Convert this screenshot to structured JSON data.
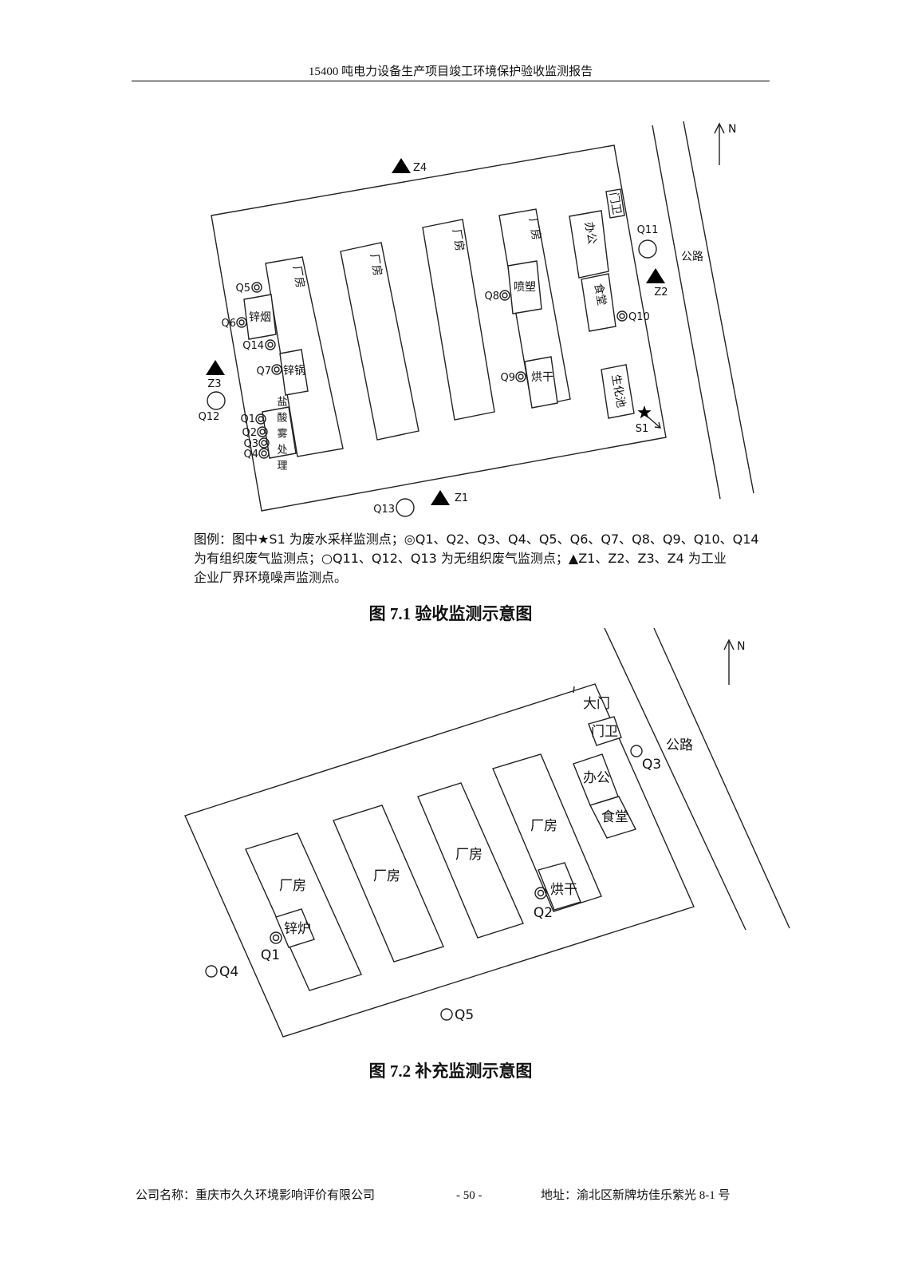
{
  "header": {
    "title": "15400 吨电力设备生产项目竣工环境保护验收监测报告"
  },
  "figure1": {
    "north": "N",
    "road": "公路",
    "labels": {
      "workshop": "厂房",
      "guard": "门卫",
      "office": "办公",
      "canteen": "食堂",
      "biochem_pool": "生化池",
      "spray_coating": "喷塑",
      "drying": "烘干",
      "zinc_fume": "锌烟",
      "zinc_pot": "锌锅",
      "acid_mist_treatment": "盐酸雾处理"
    },
    "points": {
      "s1": "S1",
      "q1": "Q1",
      "q2": "Q2",
      "q3": "Q3",
      "q4": "Q4",
      "q5": "Q5",
      "q6": "Q6",
      "q7": "Q7",
      "q8": "Q8",
      "q9": "Q9",
      "q10": "Q10",
      "q11": "Q11",
      "q12": "Q12",
      "q13": "Q13",
      "q14": "Q14",
      "z1": "Z1",
      "z2": "Z2",
      "z3": "Z3",
      "z4": "Z4"
    },
    "legend": [
      "图例：图中★S1 为废水采样监测点；◎Q1、Q2、Q3、Q4、Q5、Q6、Q7、Q8、Q9、Q10、Q14",
      "为有组织废气监测点；○Q11、Q12、Q13 为无组织废气监测点；▲Z1、Z2、Z3、Z4 为工业",
      "企业厂界环境噪声监测点。"
    ],
    "caption": "图 7.1 验收监测示意图"
  },
  "figure2": {
    "north": "N",
    "road": "公路",
    "labels": {
      "gate": "大门",
      "guard": "门卫",
      "office": "办公",
      "canteen": "食堂",
      "workshop": "厂房",
      "zinc_furnace": "锌炉",
      "drying": "烘干"
    },
    "points": {
      "q1": "Q1",
      "q2": "Q2",
      "q3": "Q3",
      "q4": "Q4",
      "q5": "Q5"
    },
    "caption": "图 7.2 补充监测示意图"
  },
  "footer": {
    "company": "公司名称：重庆市久久环境影响评价有限公司",
    "page": "- 50 -",
    "address": "地址：渝北区新牌坊佳乐紫光 8-1 号"
  }
}
